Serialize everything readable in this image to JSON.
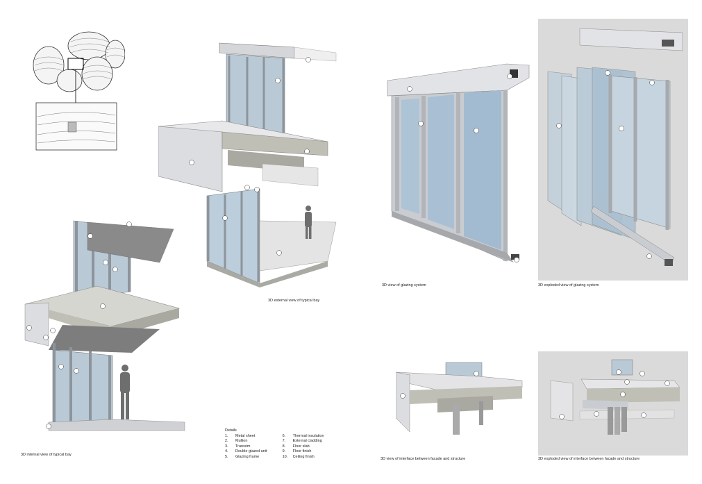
{
  "captions": {
    "external_bay": "3D external view of typical bay",
    "internal_bay": "3D internal view of typical bay",
    "glazing_system": "3D view of glazing system",
    "exploded_glazing": "3D exploded view of glazing system",
    "interface": "3D view of interface between facade and structure",
    "exploded_interface": "3D exploded view of interface between facade and structure"
  },
  "details": {
    "title": "Details",
    "items": [
      {
        "num": "1.",
        "label": "Metal sheet"
      },
      {
        "num": "2.",
        "label": "Mullion"
      },
      {
        "num": "3.",
        "label": "Transom"
      },
      {
        "num": "4.",
        "label": "Double glazed unit"
      },
      {
        "num": "5.",
        "label": "Glazing frame"
      },
      {
        "num": "6.",
        "label": "Thermal insulation"
      },
      {
        "num": "7.",
        "label": "External cladding"
      },
      {
        "num": "8.",
        "label": "Floor slab"
      },
      {
        "num": "9.",
        "label": "Floor finish"
      },
      {
        "num": "10.",
        "label": "Ceiling finish"
      }
    ]
  },
  "colors": {
    "glass": "#b9cad6",
    "metal": "#c9ccd0",
    "concrete": "#bfbfb6",
    "panel_bg": "#dadada"
  }
}
